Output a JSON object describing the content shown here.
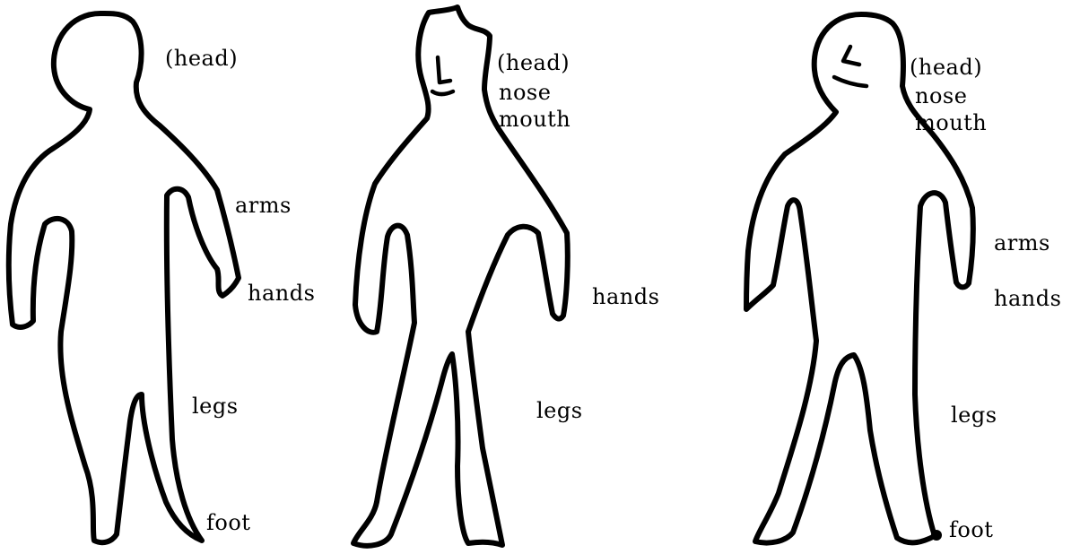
{
  "colors": {
    "background": "#ffffff",
    "ink": "#000000"
  },
  "figures": [
    {
      "labels": {
        "head": "(head)",
        "arms": "arms",
        "hands": "hands",
        "legs": "legs",
        "foot": "foot"
      }
    },
    {
      "labels": {
        "head": "(head)",
        "nose": "nose",
        "mouth": "mouth",
        "hands": "hands",
        "legs": "legs"
      }
    },
    {
      "labels": {
        "head": "(head)",
        "nose": "nose",
        "mouth": "mouth",
        "arms": "arms",
        "hands": "hands",
        "legs": "legs",
        "foot": "foot"
      }
    }
  ]
}
